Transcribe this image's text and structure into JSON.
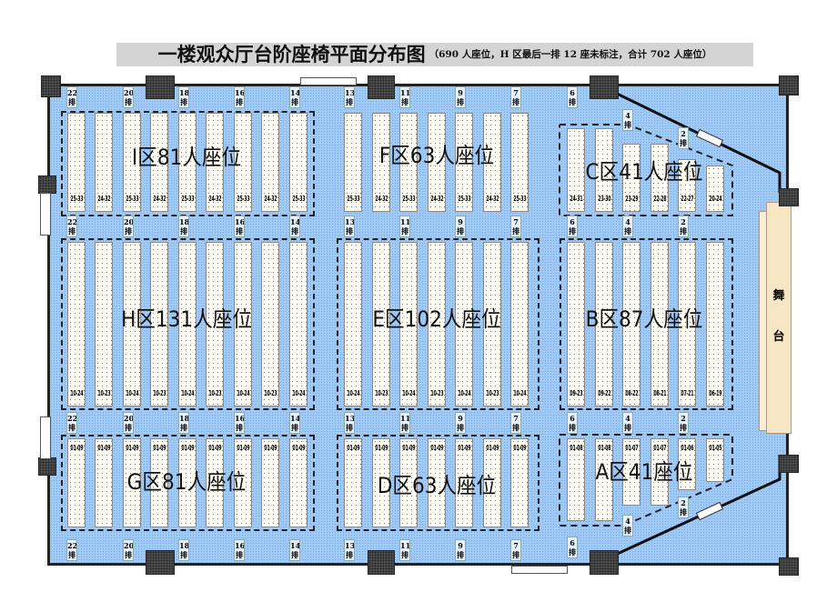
{
  "title": {
    "main": "一楼观众厅台阶座椅平面分布图",
    "note": "（690 人座位，H 区最后一排 12 座未标注，合计 702 人座位）"
  },
  "stage": {
    "char1": "舞",
    "char2": "台"
  },
  "row_suffix": "排",
  "zones": [
    {
      "id": "I",
      "label": "I区81人座位",
      "columns": [
        "25-33",
        "24-32",
        "25-33",
        "24-32",
        "25-33",
        "24-32",
        "25-33",
        "24-32",
        "25-33"
      ]
    },
    {
      "id": "F",
      "label": "F区63人座位",
      "columns": [
        "25-33",
        "24-32",
        "25-33",
        "24-32",
        "25-33",
        "24-32",
        "25-33"
      ]
    },
    {
      "id": "C",
      "label": "C区41人座位",
      "columns": [
        "24-31",
        "23-30",
        "23-29",
        "22-28",
        "22-27",
        "20-24"
      ]
    },
    {
      "id": "H",
      "label": "H区131人座位",
      "columns": [
        "10-24",
        "10-23",
        "10-24",
        "10-23",
        "10-24",
        "10-23",
        "10-24",
        "10-23",
        "10-24"
      ]
    },
    {
      "id": "E",
      "label": "E区102人座位",
      "columns": [
        "10-24",
        "10-23",
        "10-24",
        "10-23",
        "10-24",
        "10-23",
        "10-24"
      ]
    },
    {
      "id": "B",
      "label": "B区87人座位",
      "columns": [
        "09-23",
        "09-22",
        "08-22",
        "08-21",
        "07-21",
        "06-19"
      ]
    },
    {
      "id": "G",
      "label": "G区81人座位",
      "columns": [
        "01-09",
        "01-09",
        "01-09",
        "01-09",
        "01-09",
        "01-09",
        "01-09",
        "01-09",
        "01-09"
      ]
    },
    {
      "id": "D",
      "label": "D区63人座位",
      "columns": [
        "01-09",
        "01-09",
        "01-09",
        "01-09",
        "01-09",
        "01-09",
        "01-09"
      ]
    },
    {
      "id": "A",
      "label": "A区41座位",
      "columns": [
        "01-08",
        "01-08",
        "01-07",
        "01-07",
        "01-06",
        "01-05"
      ]
    }
  ],
  "row_markers": {
    "left": [
      "22",
      "20",
      "18",
      "16",
      "14"
    ],
    "middle": [
      "13",
      "11",
      "9",
      "7"
    ],
    "right": [
      "6",
      "4",
      "2"
    ]
  },
  "colors": {
    "hall": "#9fcaf7",
    "stage": "#f7e6c4",
    "pillar": "#555555"
  }
}
